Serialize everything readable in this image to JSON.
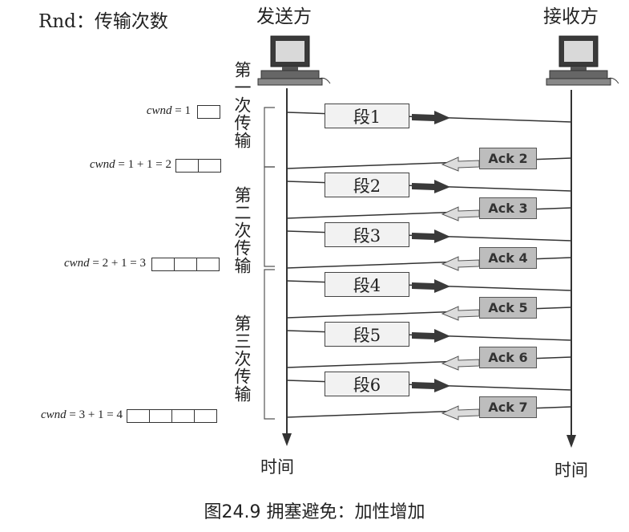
{
  "header": {
    "rnd_label": "Rnd：传输次数",
    "sender_label": "发送方",
    "receiver_label": "接收方"
  },
  "cwnd_rows": [
    {
      "label": "cwnd",
      "expr": " = 1",
      "boxes": 1
    },
    {
      "label": "cwnd",
      "expr": " = 1 + 1 = 2",
      "boxes": 2
    },
    {
      "label": "cwnd",
      "expr": " = 2 + 1 = 3",
      "boxes": 3
    },
    {
      "label": "cwnd",
      "expr": " = 3 + 1 = 4",
      "boxes": 4
    }
  ],
  "rounds": [
    "第一次传输",
    "第二次传输",
    "第三次传输"
  ],
  "segments": [
    "段1",
    "段2",
    "段3",
    "段4",
    "段5",
    "段6"
  ],
  "acks": [
    "Ack 2",
    "Ack 3",
    "Ack 4",
    "Ack 5",
    "Ack 6",
    "Ack 7"
  ],
  "time_label_sender": "时间",
  "time_label_receiver": "时间",
  "caption": "图24.9   拥塞避免：加性增加",
  "colors": {
    "line": "#333333",
    "segment_fill": "#f2f2f2",
    "ack_fill": "#bdbdbd",
    "arrow_dark": "#3a3a3a"
  },
  "icons": {
    "sender": "computer-icon",
    "receiver": "computer-icon"
  }
}
